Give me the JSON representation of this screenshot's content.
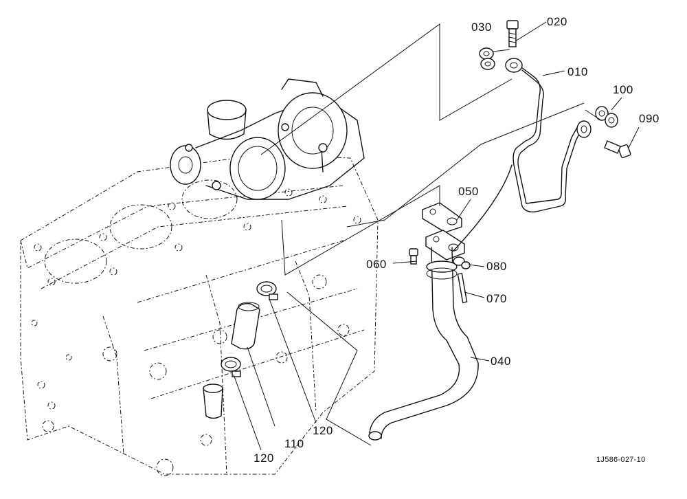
{
  "labels": {
    "p010": "010",
    "p020": "020",
    "p030": "030",
    "p040": "040",
    "p050": "050",
    "p060": "060",
    "p070": "070",
    "p080": "080",
    "p090": "090",
    "p100": "100",
    "p110": "110",
    "p120a": "120",
    "p120b": "120"
  },
  "drawing_code": "1J586-027-10"
}
